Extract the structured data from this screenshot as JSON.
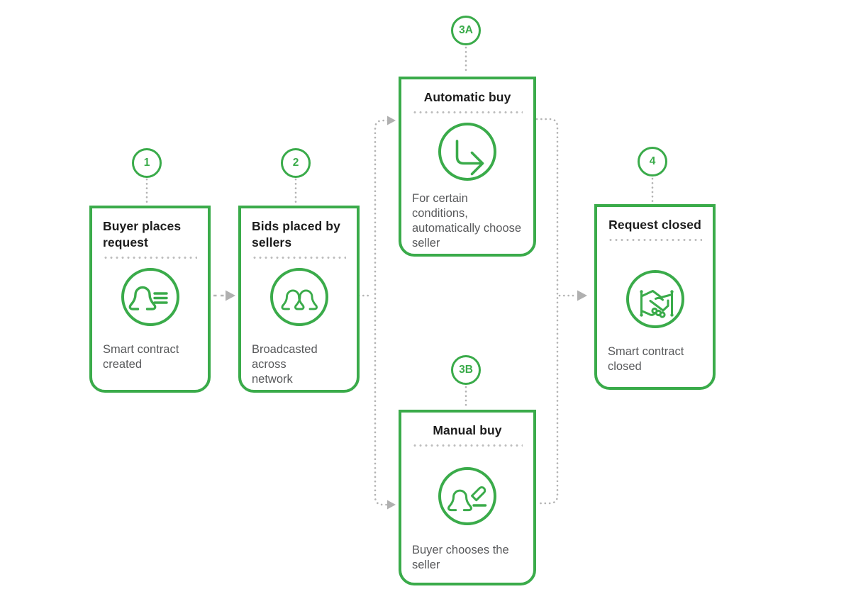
{
  "colors": {
    "accent_green": "#3aab4a",
    "connector_gray": "#b3b3b3",
    "title_text": "#1c1c1c",
    "body_text": "#58595b"
  },
  "diagram": {
    "steps": [
      {
        "badge": "1",
        "title": "Buyer places request",
        "description": "Smart contract created",
        "icon": "person-list-icon"
      },
      {
        "badge": "2",
        "title": "Bids placed by sellers",
        "description": "Broadcasted across network",
        "icon": "people-icon"
      },
      {
        "badge": "3A",
        "title": "Automatic buy",
        "description": "For certain conditions, automatically choose seller",
        "icon": "turn-right-arrow-icon"
      },
      {
        "badge": "3B",
        "title": "Manual buy",
        "description": "Buyer chooses the seller",
        "icon": "person-edit-icon"
      },
      {
        "badge": "4",
        "title": "Request closed",
        "description": "Smart contract closed",
        "icon": "handshake-icon"
      }
    ]
  }
}
